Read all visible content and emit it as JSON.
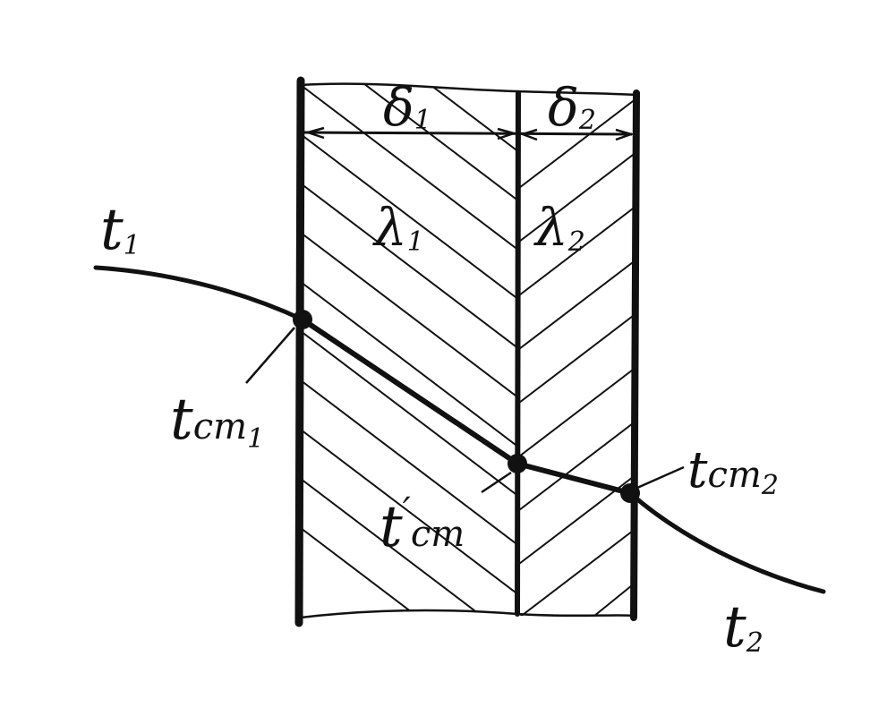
{
  "labels": {
    "t1": {
      "main": "t",
      "sub": "1"
    },
    "t2": {
      "main": "t",
      "sub": "2"
    },
    "tcm1": {
      "main": "t",
      "mid": "cm",
      "sub": "1"
    },
    "tcm2": {
      "main": "t",
      "mid": "cm",
      "sub": "2"
    },
    "tcm_prime": {
      "main": "t",
      "prime": "′",
      "mid": "cm"
    },
    "delta1": {
      "main": "δ",
      "sub": "1"
    },
    "delta2": {
      "main": "δ",
      "sub": "2"
    },
    "lambda1": {
      "main": "λ",
      "sub": "1"
    },
    "lambda2": {
      "main": "λ",
      "sub": "2"
    }
  },
  "colors": {
    "ink": "#111111",
    "paper": "#ffffff"
  }
}
